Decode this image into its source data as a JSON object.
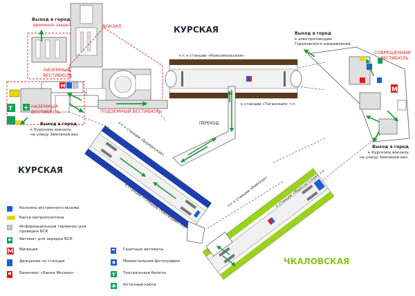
{
  "stations": {
    "kurskaya_top": "КУРСКАЯ",
    "kurskaya_left": "КУРСКАЯ",
    "chkalovskaya": "ЧКАЛОВСКАЯ"
  },
  "labels": {
    "exit_top_left": "Выход в город",
    "exit_top_left_note": "временно закрыт",
    "vokzal": "ВОКЗАЛ",
    "vestibule_ground_1a": "НАЗЕМНЫЙ",
    "vestibule_ground_1b": "ВЕСТИБЮЛЬ",
    "vestibule_ground_2a": "НАЗЕМНЫЙ",
    "vestibule_ground_2b": "ВЕСТИБЮЛЬ",
    "vestibule_underground": "ПОДЗЕМНЫЙ ВЕСТИБЮЛЬ",
    "exit_left_1": "Выход в город",
    "exit_left_2": "к Курскому вокзалу,",
    "exit_left_3": "на улицу Земляной вал.",
    "to_komsomolskaya": "<< к станции «Комсомольская»",
    "to_taganskaya": "к станции «Таганская» >>",
    "perekhod": "ПЕРЕХОД",
    "exit_right_top_1": "Выход в город",
    "exit_right_top_2": "к электропоездам",
    "exit_right_top_3": "Горьковского направления.",
    "combined_vestibule_a": "СОВМЕЩЕННЫЙ",
    "combined_vestibule_b": "ВЕСТИБЮЛЬ",
    "exit_right_mid_1": "Выход в город",
    "exit_right_mid_2": "к Курскому вокзалу,",
    "exit_right_mid_3": "на улицу Земляной вал.",
    "to_baumanskaya": "<< к станции «Бауманская»",
    "to_revolution_sq": "к станции «Площадь Революции» >>",
    "to_green_top": "<< к станции «Римская»",
    "to_green_bottom": "к станции «Марксистская» >>"
  },
  "legend": [
    {
      "icon": "emergency-column-icon",
      "color": "#1a5fd6",
      "text": "Колонна экстренного вызова"
    },
    {
      "icon": "ticket-office-icon",
      "color": "#e8d800",
      "text": "Касса метрополитена"
    },
    {
      "icon": "info-terminal-icon",
      "color": "#c9c9c9",
      "text": "Информационный терминал для проверки БСК"
    },
    {
      "icon": "bsk-machine-icon",
      "color": "#13a05a",
      "text": "Автомат для зарядки БСК"
    },
    {
      "icon": "police-icon",
      "color": "#e21a1a",
      "text": "Милиция"
    },
    {
      "icon": "station-duty-icon",
      "color": "#1a5fd6",
      "text": "Дежурная по станции"
    },
    {
      "icon": "atm-icon",
      "color": "#e21a1a",
      "text": "Банкомат «Банка Москвы»"
    },
    {
      "icon": "newspaper-machine-icon",
      "color": "#1a5fd6",
      "text": "Газетные автоматы"
    },
    {
      "icon": "photo-booth-icon",
      "color": "#1a5fd6",
      "text": "Моментальная фотография"
    },
    {
      "icon": "theatre-tickets-icon",
      "color": "#13a05a",
      "text": "Театральные билеты"
    },
    {
      "icon": "pharmacy-kiosk-icon",
      "color": "#13a05a",
      "text": "Аптечный киоск"
    }
  ],
  "colors": {
    "ring_line": "#5b3a1e",
    "blue_line": "#1d3fae",
    "green_line": "#9bd21f",
    "route_arrow": "#1f9a3c",
    "vestibule_outline": "#e02020",
    "station_label": "#1f2a36",
    "chkalovskaya_label": "#88c41a"
  }
}
